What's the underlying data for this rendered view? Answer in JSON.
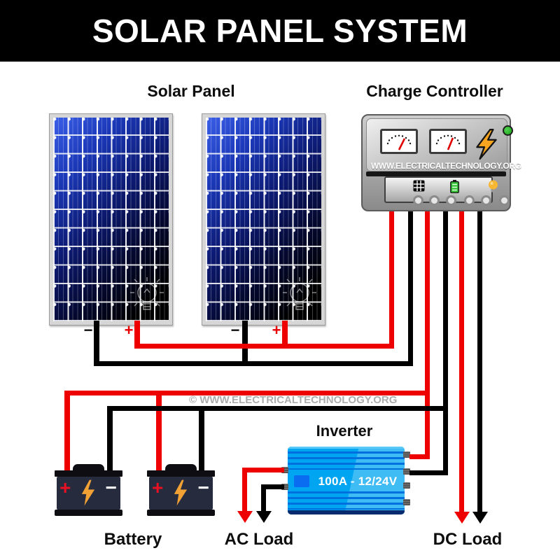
{
  "title": "SOLAR PANEL SYSTEM",
  "sections": {
    "solar_panel": "Solar Panel",
    "charge_controller": "Charge Controller",
    "inverter": "Inverter",
    "battery": "Battery",
    "ac_load": "AC Load",
    "dc_load": "DC Load"
  },
  "solar_panels": [
    {
      "neg": "−",
      "pos": "+"
    },
    {
      "neg": "−",
      "pos": "+"
    }
  ],
  "charge_controller": {
    "brand": "WWW.ELECTRICALTECHNOLOGY.ORG",
    "meters": 2,
    "terminal_count": 6,
    "indicator_icons": [
      "solar-panel-icon",
      "battery-icon",
      "bulb-icon"
    ],
    "status_led": "green"
  },
  "inverter": {
    "rating": "100A - 12/24V"
  },
  "battery": {
    "count": 2,
    "pos": "+",
    "neg": "−"
  },
  "watermark": "© WWW.ELECTRICALTECHNOLOGY.ORG",
  "colors": {
    "wire_positive": "#ee0000",
    "wire_negative": "#000000",
    "panel_blue": "#1b38b8",
    "controller_gray": "#a9a9a9",
    "inverter_blue": "#00a5f2",
    "bolt_orange": "#f7a421",
    "led_green": "#2db52d",
    "battery_body": "#262b3e"
  },
  "connections": [
    {
      "from": "Solar Panel",
      "to": "Charge Controller",
      "wires": [
        "+",
        "−"
      ]
    },
    {
      "from": "Charge Controller",
      "to": "Battery",
      "wires": [
        "+",
        "−"
      ]
    },
    {
      "from": "Charge Controller",
      "to": "Inverter",
      "wires": [
        "+",
        "−"
      ]
    },
    {
      "from": "Charge Controller",
      "to": "DC Load",
      "wires": [
        "+",
        "−"
      ]
    },
    {
      "from": "Inverter",
      "to": "AC Load",
      "wires": [
        "+",
        "−"
      ]
    }
  ]
}
